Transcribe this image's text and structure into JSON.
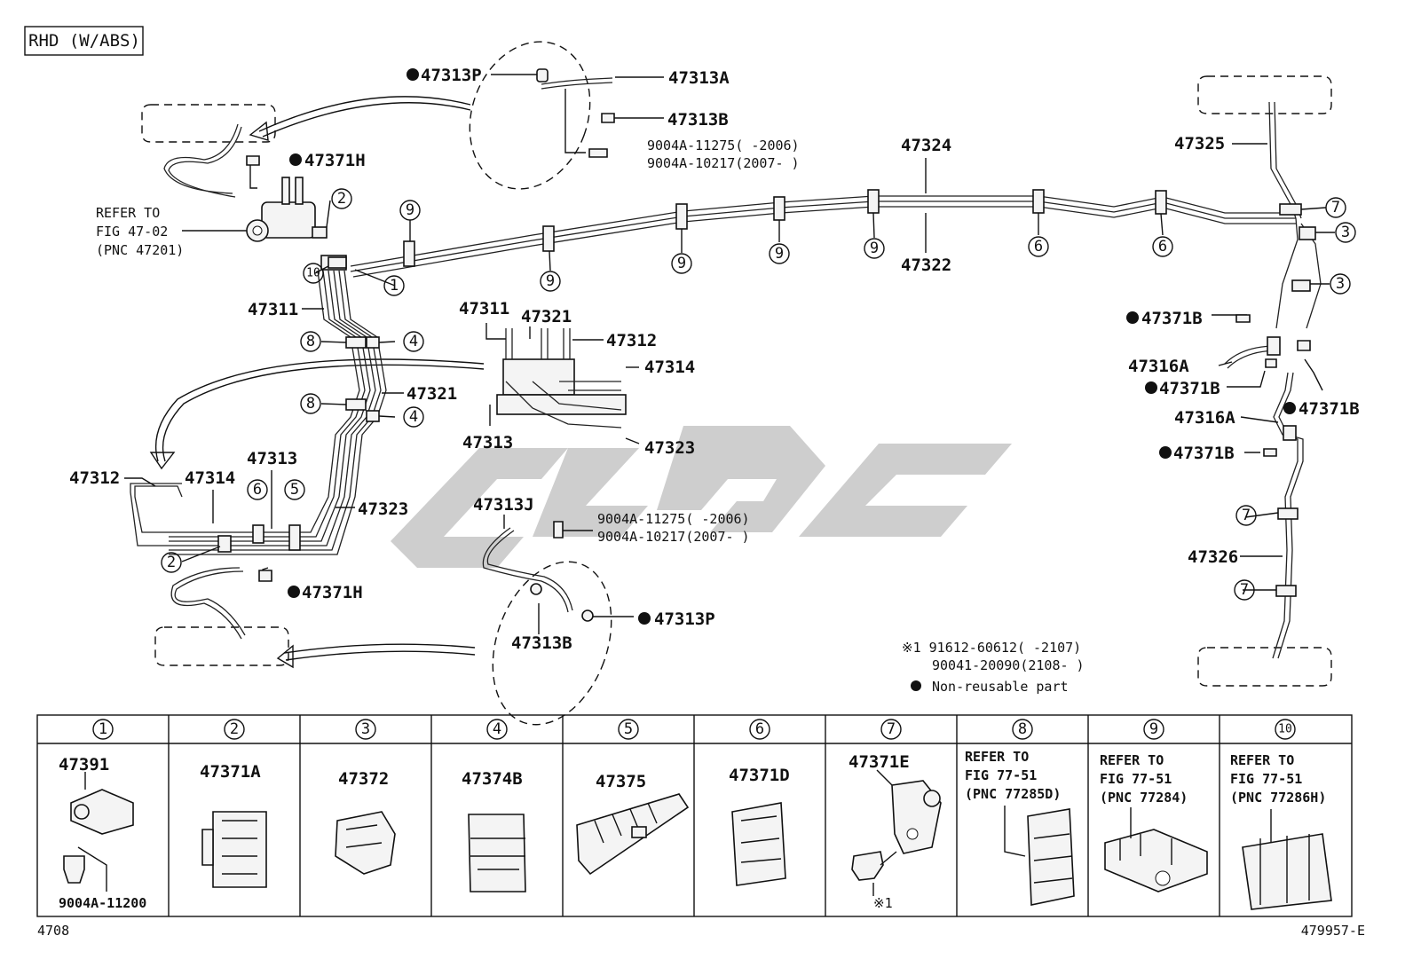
{
  "header": {
    "variant_label": "RHD (W/ABS)"
  },
  "callouts": {
    "p47313P_top": "47313P",
    "p47313A": "47313A",
    "p47313B_top": "47313B",
    "bolt_top_1": "9004A-11275(    -2006)",
    "bolt_top_2": "9004A-10217(2007-    )",
    "p47371H_top": "47371H",
    "refer_main_1": "REFER TO",
    "refer_main_2": "FIG 47-02",
    "refer_main_3": "(PNC 47201)",
    "p47324": "47324",
    "p47322": "47322",
    "p47325": "47325",
    "p47311_left": "47311",
    "p47321_left": "47321",
    "p47312_left": "47312",
    "p47314_left": "47314",
    "p47313_left": "47313",
    "p47323_left": "47323",
    "p47371H_bottom": "47371H",
    "p47311_inset": "47311",
    "p47321_inset": "47321",
    "p47312_inset": "47312",
    "p47314_inset": "47314",
    "p47313_inset": "47313",
    "p47323_inset": "47323",
    "p47313J": "47313J",
    "bolt_mid_1": "9004A-11275(    -2006)",
    "bolt_mid_2": "9004A-10217(2007-    )",
    "p47313B_bottom": "47313B",
    "p47313P_bottom": "47313P",
    "p47371B_1": "47371B",
    "p47316A_1": "47316A",
    "p47371B_2": "47371B",
    "p47371B_3": "47371B",
    "p47316A_2": "47316A",
    "p47371B_4": "47371B",
    "p47326": "47326",
    "note_1a": "※1 91612-60612(    -2107)",
    "note_1b": "90041-20090(2108-    )",
    "note_nonreusable": "Non-reusable part"
  },
  "circle_numbers": {
    "n1": "1",
    "n2": "2",
    "n3": "3",
    "n4": "4",
    "n5": "5",
    "n6": "6",
    "n7": "7",
    "n8": "8",
    "n9": "9",
    "n10": "10"
  },
  "legend_table": [
    {
      "num": "1",
      "parts": [
        "47391",
        "9004A-11200"
      ]
    },
    {
      "num": "2",
      "parts": [
        "47371A"
      ]
    },
    {
      "num": "3",
      "parts": [
        "47372"
      ]
    },
    {
      "num": "4",
      "parts": [
        "47374B"
      ]
    },
    {
      "num": "5",
      "parts": [
        "47375"
      ]
    },
    {
      "num": "6",
      "parts": [
        "47371D"
      ]
    },
    {
      "num": "7",
      "parts": [
        "47371E",
        "※1"
      ]
    },
    {
      "num": "8",
      "parts": [
        "REFER TO",
        "FIG 77-51",
        "(PNC 77285D)"
      ]
    },
    {
      "num": "9",
      "parts": [
        "REFER TO",
        "FIG 77-51",
        "(PNC 77284)"
      ]
    },
    {
      "num": "10",
      "parts": [
        "REFER TO",
        "FIG 77-51",
        "(PNC 77286H)"
      ]
    }
  ],
  "footer": {
    "page_code": "4708",
    "figure_code": "479957-E"
  },
  "colors": {
    "ink": "#111111",
    "watermark": "#c9c9c9"
  }
}
